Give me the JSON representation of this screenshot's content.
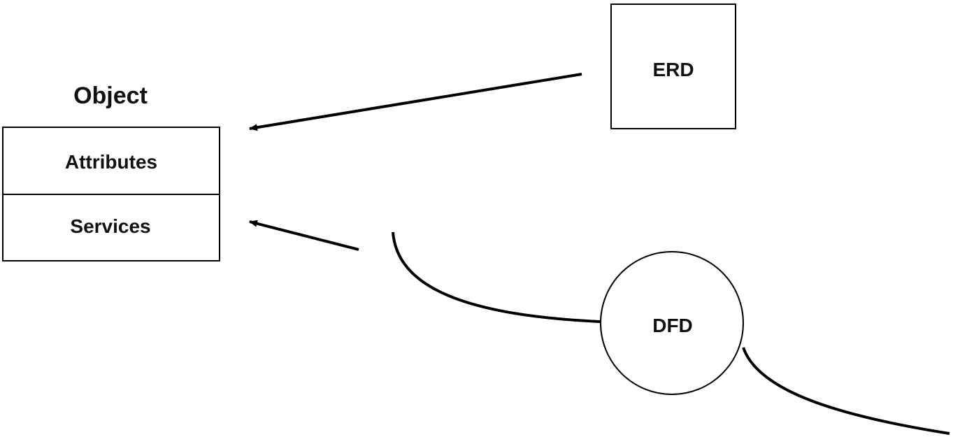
{
  "object": {
    "title": "Object",
    "attributes_label": "Attributes",
    "services_label": "Services"
  },
  "erd": {
    "label": "ERD"
  },
  "dfd": {
    "label": "DFD"
  },
  "colors": {
    "stroke": "#000000",
    "text": "#111111",
    "background": "#ffffff"
  }
}
